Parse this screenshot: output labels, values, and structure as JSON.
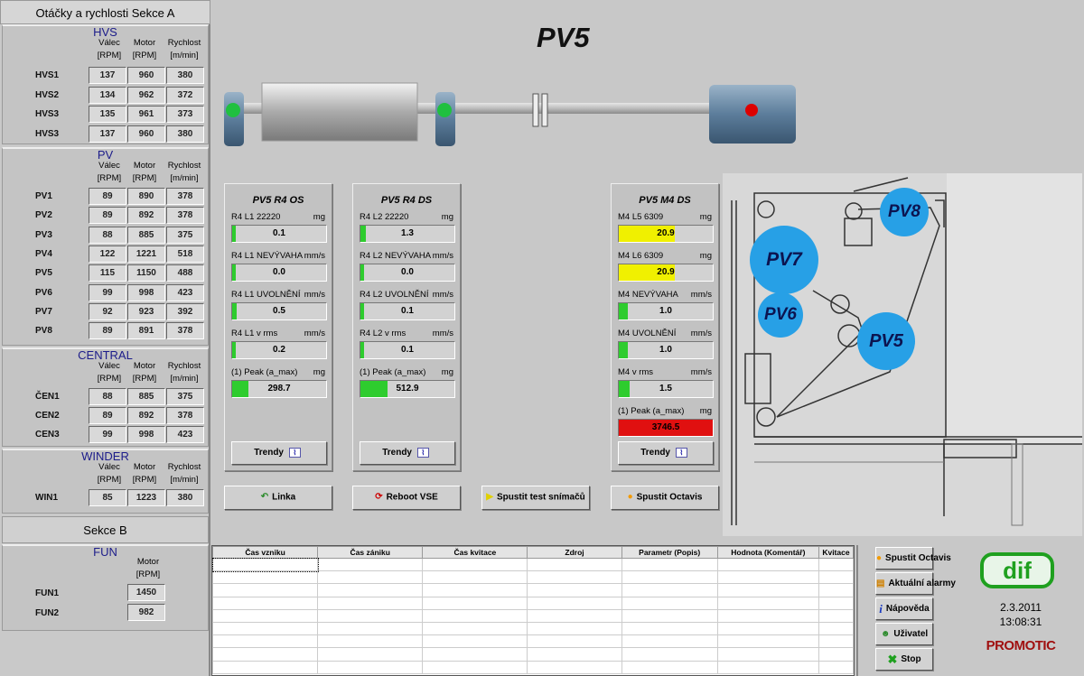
{
  "left": {
    "title": "Otáčky a rychlosti Sekce A",
    "hvs": {
      "name": "HVS",
      "col_valec": "Válec",
      "col_motor": "Motor",
      "col_rychlost": "Rychlost",
      "unit_rpm": "[RPM]",
      "unit_rpm2": "[RPM]",
      "unit_speed": "[m/min]",
      "rows": [
        [
          "HVS1",
          "137",
          "960",
          "380"
        ],
        [
          "HVS2",
          "134",
          "962",
          "372"
        ],
        [
          "HVS3",
          "135",
          "961",
          "373"
        ],
        [
          "HVS3",
          "137",
          "960",
          "380"
        ]
      ]
    },
    "pv": {
      "name": "PV",
      "col_valec": "Válec",
      "col_motor": "Motor",
      "col_rychlost": "Rychlost",
      "unit_rpm": "[RPM]",
      "unit_rpm2": "[RPM]",
      "unit_speed": "[m/min]",
      "rows": [
        [
          "PV1",
          "89",
          "890",
          "378"
        ],
        [
          "PV2",
          "89",
          "892",
          "378"
        ],
        [
          "PV3",
          "88",
          "885",
          "375"
        ],
        [
          "PV4",
          "122",
          "1221",
          "518"
        ],
        [
          "PV5",
          "115",
          "1150",
          "488"
        ],
        [
          "PV6",
          "99",
          "998",
          "423"
        ],
        [
          "PV7",
          "92",
          "923",
          "392"
        ],
        [
          "PV8",
          "89",
          "891",
          "378"
        ]
      ]
    },
    "central": {
      "name": "CENTRAL",
      "col_valec": "Válec",
      "col_motor": "Motor",
      "col_rychlost": "Rychlost",
      "unit_rpm": "[RPM]",
      "unit_rpm2": "[RPM]",
      "unit_speed": "[m/min]",
      "rows": [
        [
          "ČEN1",
          "88",
          "885",
          "375"
        ],
        [
          "CEN2",
          "89",
          "892",
          "378"
        ],
        [
          "CEN3",
          "99",
          "998",
          "423"
        ]
      ]
    },
    "winder": {
      "name": "WINDER",
      "col_valec": "Válec",
      "col_motor": "Motor",
      "col_rychlost": "Rychlost",
      "unit_rpm": "[RPM]",
      "unit_rpm2": "[RPM]",
      "unit_speed": "[m/min]",
      "rows": [
        [
          "WIN1",
          "85",
          "1223",
          "380"
        ]
      ]
    },
    "sekce_b": "Sekce B",
    "fun": {
      "name": "FUN",
      "col_motor": "Motor",
      "unit_rpm": "[RPM]",
      "rows": [
        [
          "FUN1",
          "1450"
        ],
        [
          "FUN2",
          "982"
        ]
      ]
    }
  },
  "main": {
    "title": "PV5",
    "panels": [
      {
        "title": "PV5 R4 OS",
        "trend": "Trendy",
        "metrics": [
          {
            "label": "R4 L1 22220",
            "unit": "mg",
            "value": "0.1",
            "fill": 0.02,
            "color": "#2ecc2e"
          },
          {
            "label": "R4 L1 NEVÝVAHA",
            "unit": "mm/s",
            "value": "0.0",
            "fill": 0.02,
            "color": "#2ecc2e"
          },
          {
            "label": "R4 L1 UVOLNĚNÍ",
            "unit": "mm/s",
            "value": "0.5",
            "fill": 0.05,
            "color": "#2ecc2e"
          },
          {
            "label": "R4 L1 v rms",
            "unit": "mm/s",
            "value": "0.2",
            "fill": 0.03,
            "color": "#2ecc2e"
          },
          {
            "label": "(1) Peak (a_max)",
            "unit": "mg",
            "value": "298.7",
            "fill": 0.17,
            "color": "#2ecc2e"
          }
        ]
      },
      {
        "title": "PV5 R4 DS",
        "trend": "Trendy",
        "metrics": [
          {
            "label": "R4 L2 22220",
            "unit": "mg",
            "value": "1.3",
            "fill": 0.06,
            "color": "#2ecc2e"
          },
          {
            "label": "R4 L2 NEVÝVAHA",
            "unit": "mm/s",
            "value": "0.0",
            "fill": 0.02,
            "color": "#2ecc2e"
          },
          {
            "label": "R4 L2 UVOLNĚNÍ",
            "unit": "mm/s",
            "value": "0.1",
            "fill": 0.02,
            "color": "#2ecc2e"
          },
          {
            "label": "R4 L2 v rms",
            "unit": "mm/s",
            "value": "0.1",
            "fill": 0.02,
            "color": "#2ecc2e"
          },
          {
            "label": "(1) Peak (a_max)",
            "unit": "mg",
            "value": "512.9",
            "fill": 0.29,
            "color": "#2ecc2e"
          }
        ]
      },
      {
        "title": "PV5 M4 DS",
        "trend": "Trendy",
        "metrics": [
          {
            "label": "M4 L5 6309",
            "unit": "mg",
            "value": "20.9",
            "fill": 0.6,
            "color": "#f0f000"
          },
          {
            "label": "M4 L6 6309",
            "unit": "mg",
            "value": "20.9",
            "fill": 0.6,
            "color": "#f0f000"
          },
          {
            "label": "M4 NEVÝVAHA",
            "unit": "mm/s",
            "value": "1.0",
            "fill": 0.1,
            "color": "#2ecc2e"
          },
          {
            "label": "M4 UVOLNĚNÍ",
            "unit": "mm/s",
            "value": "1.0",
            "fill": 0.1,
            "color": "#2ecc2e"
          },
          {
            "label": "M4 v rms",
            "unit": "mm/s",
            "value": "1.5",
            "fill": 0.12,
            "color": "#2ecc2e"
          },
          {
            "label": "(1) Peak (a_max)",
            "unit": "mg",
            "value": "3746.5",
            "fill": 1.0,
            "color": "#e01010"
          }
        ]
      }
    ],
    "buttons": {
      "linka": "Linka",
      "reboot": "Reboot VSE",
      "test": "Spustit test snímačů",
      "octavis": "Spustit Octavis"
    },
    "circles": [
      "PV8",
      "PV7",
      "PV6",
      "PV5"
    ]
  },
  "alarms": {
    "columns": [
      "Čas vzniku",
      "Čas zániku",
      "Čas kvitace",
      "Zdroj",
      "Parametr (Popis)",
      "Hodnota (Komentář)",
      "Kvitace"
    ]
  },
  "side": {
    "buttons": [
      "Spustit Octavis",
      "Aktuální alarmy",
      "Nápověda",
      "Uživatel",
      "Stop"
    ],
    "logo": "dif",
    "date": "2.3.2011",
    "time": "13:08:31",
    "brand": "PROMOTIC"
  }
}
